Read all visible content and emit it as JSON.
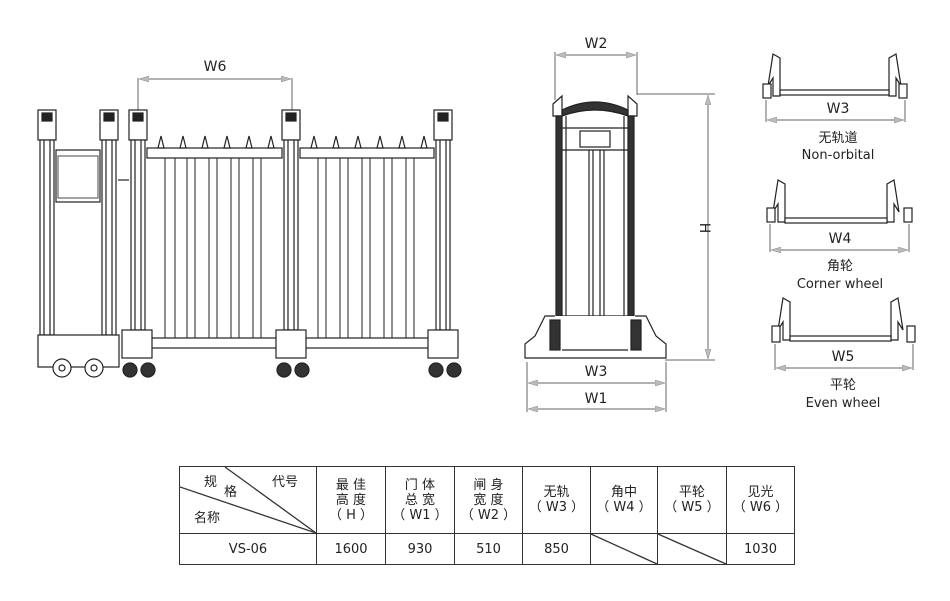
{
  "front_view": {
    "dimension_label": "W6"
  },
  "side_view": {
    "labels": {
      "top": "W2",
      "height": "H",
      "inner": "W3",
      "outer": "W1"
    }
  },
  "wheel_variants": [
    {
      "dimension": "W3",
      "name_cn": "无轨道",
      "name_en": "Non-orbital"
    },
    {
      "dimension": "W4",
      "name_cn": "角轮",
      "name_en": "Corner wheel"
    },
    {
      "dimension": "W5",
      "name_cn": "平轮",
      "name_en": "Even wheel"
    }
  ],
  "spec_table": {
    "corner_header": {
      "top_left": "规",
      "top_mid": "格",
      "top_right": "代号",
      "bottom_left": "名称"
    },
    "columns": [
      {
        "line1": "最  佳",
        "line2": "高  度",
        "line3": "（ H ）"
      },
      {
        "line1": "门  体",
        "line2": "总  宽",
        "line3": "（ W1 ）"
      },
      {
        "line1": "闸  身",
        "line2": "宽  度",
        "line3": "（ W2 ）"
      },
      {
        "line1": "无轨",
        "line2": "（ W3 ）",
        "line3": ""
      },
      {
        "line1": "角中",
        "line2": "（ W4 ）",
        "line3": ""
      },
      {
        "line1": "平轮",
        "line2": "（ W5 ）",
        "line3": ""
      },
      {
        "line1": "见光",
        "line2": "（ W6 ）",
        "line3": ""
      }
    ],
    "rows": [
      {
        "model": "VS-06",
        "values": [
          "1600",
          "930",
          "510",
          "850",
          "",
          "",
          "1030"
        ]
      }
    ]
  }
}
